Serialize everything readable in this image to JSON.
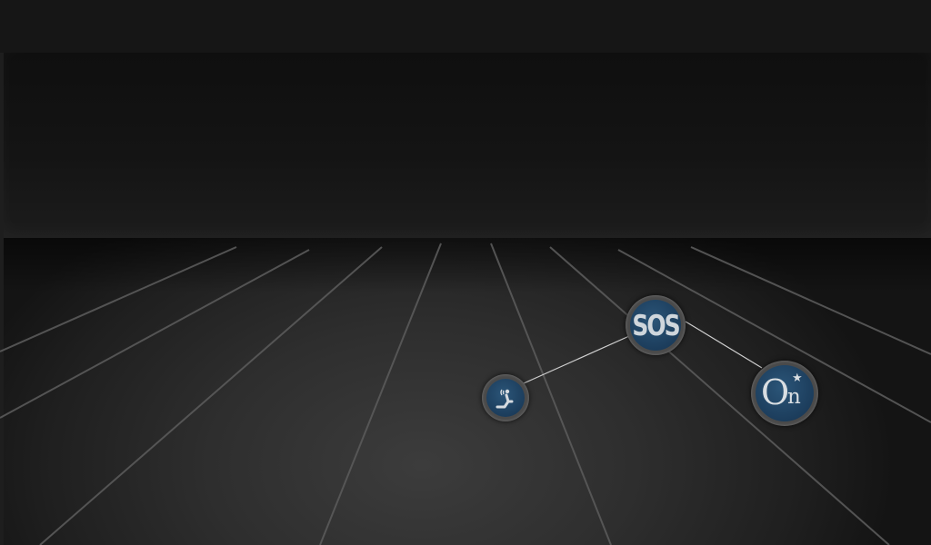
{
  "nodes": {
    "seat_service": {
      "icon": "seat-signal-icon"
    },
    "sos": {
      "label": "SOS",
      "icon": "sos-icon"
    },
    "onstar": {
      "letter_o": "O",
      "letter_n": "n",
      "star": "★",
      "icon": "onstar-logo-icon"
    }
  },
  "colors": {
    "background": "#151515",
    "node_fill": "#1c3d5c",
    "node_ring": "#4a4a4a",
    "connector": "#cfcfcf",
    "grid_lines": "#5a5a5a"
  }
}
